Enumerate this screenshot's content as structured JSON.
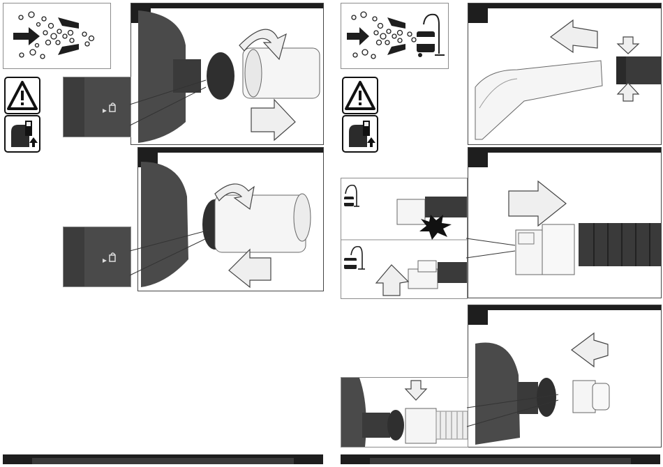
{
  "document": {
    "type": "instruction-manual-figure-page",
    "left_page": {
      "figures": [
        "dust-extraction-adapter-removal",
        "dust-extraction-adapter-attach"
      ]
    },
    "right_page": {
      "figures": [
        "nozzle-removal",
        "hose-adapter-connection",
        "adapter-on-tool"
      ]
    }
  },
  "icons": {
    "airflow": "airflow-particles-icon",
    "warning": "warning-triangle-icon",
    "battery": "remove-battery-icon",
    "vacuum": "vacuum-cleaner-icon",
    "explosion": "explosion-burst-icon"
  },
  "colors": {
    "ink": "#1e1e1e",
    "tool_body": "#4a4a4a",
    "arrow_fill": "#efefef",
    "border": "#8c8c8c"
  }
}
